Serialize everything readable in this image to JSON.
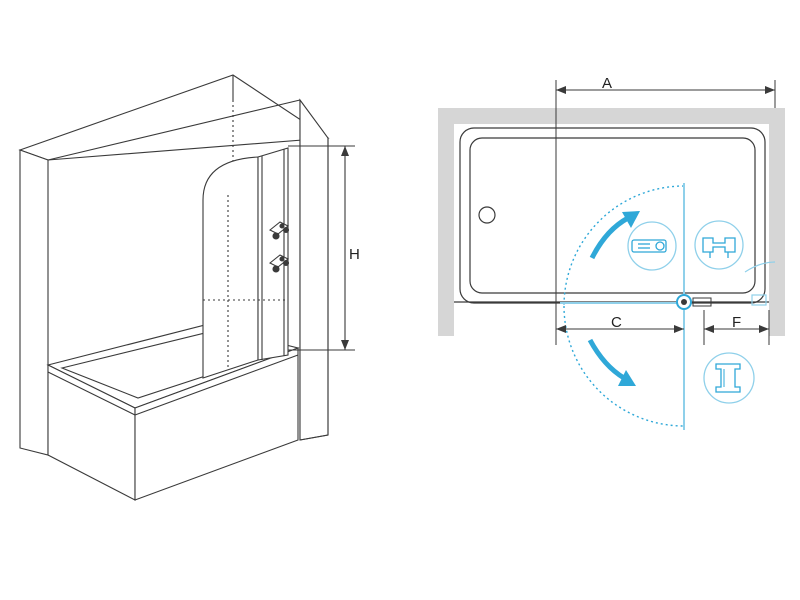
{
  "labels": {
    "height": "H",
    "width_a": "A",
    "width_c": "C",
    "width_f": "F"
  },
  "colors": {
    "line": "#3a3a3a",
    "wall_gray": "#d6d6d6",
    "accent_blue": "#2fa8d8",
    "detail_blue": "#8fd0ea",
    "background": "#ffffff"
  },
  "icons": [
    "rotate-arrow-icon",
    "hinge-detail-icon",
    "profile-detail-icon",
    "wall-profile-detail-icon"
  ]
}
